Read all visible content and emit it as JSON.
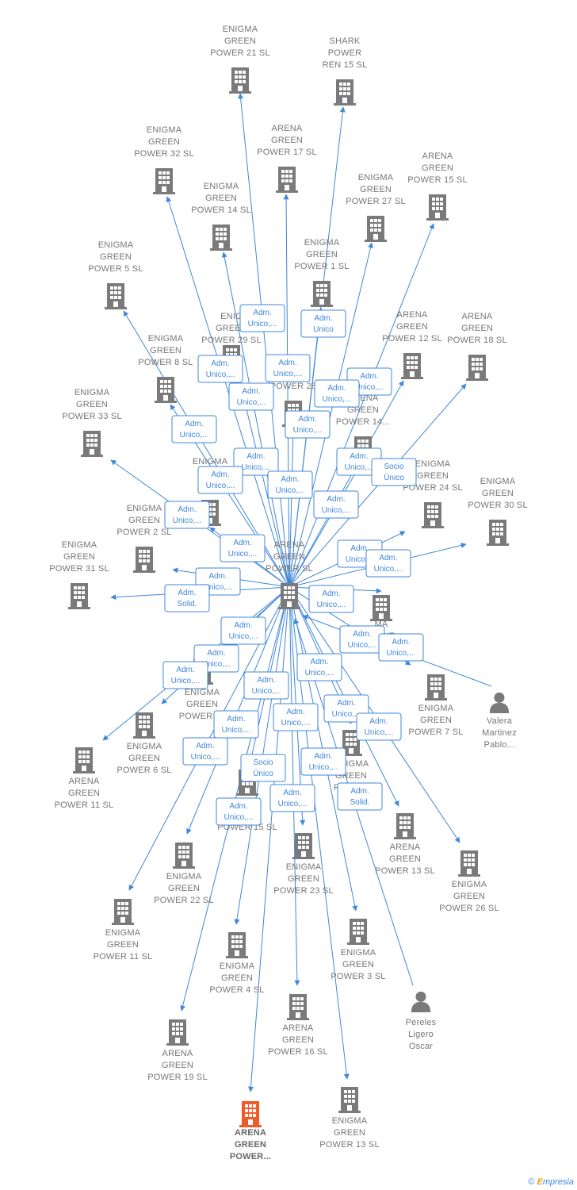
{
  "center": {
    "id": "n0",
    "label": [
      "ARENA",
      "GREEN",
      "POWER  SL"
    ]
  },
  "nodes": [
    {
      "id": "n1",
      "label": [
        "ENIGMA",
        "GREEN",
        "POWER 21  SL"
      ]
    },
    {
      "id": "n2",
      "label": [
        "SHARK",
        "POWER",
        "REN 15  SL"
      ]
    },
    {
      "id": "n3",
      "label": [
        "ENIGMA",
        "GREEN",
        "POWER 32  SL"
      ]
    },
    {
      "id": "n4",
      "label": [
        "ARENA",
        "GREEN",
        "POWER 17  SL"
      ]
    },
    {
      "id": "n5",
      "label": [
        "ARENA",
        "GREEN",
        "POWER 15  SL"
      ]
    },
    {
      "id": "n6",
      "label": [
        "ENIGMA",
        "GREEN",
        "POWER 14  SL"
      ]
    },
    {
      "id": "n7",
      "label": [
        "ENIGMA",
        "GREEN",
        "POWER 27  SL"
      ]
    },
    {
      "id": "n8",
      "label": [
        "ENIGMA",
        "GREEN",
        "POWER 5  SL"
      ]
    },
    {
      "id": "n9",
      "label": [
        "ENIGMA",
        "GREEN",
        "POWER 1  SL"
      ]
    },
    {
      "id": "n10",
      "label": [
        "ARENA",
        "GREEN",
        "POWER 12  SL"
      ]
    },
    {
      "id": "n11",
      "label": [
        "ARENA",
        "GREEN",
        "POWER 18  SL"
      ]
    },
    {
      "id": "n12",
      "label": [
        "ENIG",
        "GREEN",
        "POWER 29  SL"
      ]
    },
    {
      "id": "n13",
      "label": [
        "ENIGMA",
        "GREEN",
        "POWER 8  SL"
      ]
    },
    {
      "id": "n14",
      "label": [
        "POWER 28"
      ]
    },
    {
      "id": "n15",
      "label": [
        "ARENA",
        "GREEN",
        "POWER 14..."
      ]
    },
    {
      "id": "n16",
      "label": [
        "ENIGMA",
        "GREEN",
        "POWER 33  SL"
      ]
    },
    {
      "id": "n17",
      "label": [
        "ENIGMA",
        "GREEN",
        "POWER 24  SL"
      ]
    },
    {
      "id": "n18",
      "label": [
        "ENIGMA",
        "GREEN",
        "POWER 30  SL"
      ]
    },
    {
      "id": "n19",
      "label": [
        "ENIGMA",
        "GREEN",
        "POWER 2  SL"
      ]
    },
    {
      "id": "n20",
      "label": [
        "ENIGMA",
        "G",
        "POW"
      ]
    },
    {
      "id": "n21",
      "label": [
        "ENIGMA",
        "GREEN",
        "POWER 31  SL"
      ]
    },
    {
      "id": "n22",
      "label": [
        "MA",
        "POWE"
      ]
    },
    {
      "id": "n23",
      "label": [
        "Valera",
        "Martinez",
        "Pablo..."
      ]
    },
    {
      "id": "n24",
      "label": [
        "ENIGMA",
        "GREEN",
        "POWER 25"
      ]
    },
    {
      "id": "n25",
      "label": [
        "ENIGMA",
        "GREEN",
        "POWER 7  SL"
      ]
    },
    {
      "id": "n26",
      "label": [
        "ENIGMA",
        "GREEN",
        "POWER 6  SL"
      ]
    },
    {
      "id": "n27",
      "label": [
        "ARENA",
        "GREEN",
        "POWER 11  SL"
      ]
    },
    {
      "id": "n28",
      "label": [
        "ENIGMA",
        "GREEN",
        "POWER 22  SL"
      ]
    },
    {
      "id": "n29",
      "label": [
        "MA",
        "EN",
        "POWER 15  SL"
      ]
    },
    {
      "id": "n30",
      "label": [
        "ENIGMA",
        "GREEN",
        "POWER 23  SL"
      ]
    },
    {
      "id": "n31",
      "label": [
        "ENIGMA",
        "GREEN",
        "POW  SL"
      ]
    },
    {
      "id": "n32",
      "label": [
        "ARENA",
        "GREEN",
        "POWER 13  SL"
      ]
    },
    {
      "id": "n33",
      "label": [
        "ENIGMA",
        "GREEN",
        "POWER 26  SL"
      ]
    },
    {
      "id": "n34",
      "label": [
        "ENIGMA",
        "GREEN",
        "POWER 11  SL"
      ]
    },
    {
      "id": "n35",
      "label": [
        "ENIGMA",
        "GREEN",
        "POWER 4  SL"
      ]
    },
    {
      "id": "n36",
      "label": [
        "ENIGMA",
        "GREEN",
        "POWER 3  SL"
      ]
    },
    {
      "id": "n37",
      "label": [
        "Pereles",
        "Ligero",
        "Oscar"
      ]
    },
    {
      "id": "n38",
      "label": [
        "ARENA",
        "GREEN",
        "POWER 16  SL"
      ]
    },
    {
      "id": "n39",
      "label": [
        "ARENA",
        "GREEN",
        "POWER 19  SL"
      ]
    },
    {
      "id": "n40",
      "label": [
        "ARENA",
        "GREEN",
        "POWER..."
      ]
    },
    {
      "id": "n41",
      "label": [
        "ENIGMA",
        "GREEN",
        "POWER 13  SL"
      ]
    }
  ],
  "edge_labels": [
    [
      "Adm.",
      "Unico,..."
    ],
    [
      "Adm.",
      "Unico"
    ],
    [
      "Adm.",
      "Unico,..."
    ],
    [
      "Adm.",
      "Unico,..."
    ],
    [
      "Adm.",
      "Unico,..."
    ],
    [
      "Adm.",
      "Unico,..."
    ],
    [
      "Adm.",
      "Unico,..."
    ],
    [
      "Adm.",
      "Unico,..."
    ],
    [
      "Adm.",
      "Unico,..."
    ],
    [
      "Adm.",
      "Unico,..."
    ],
    [
      "Adm.",
      "Unico,..."
    ],
    [
      "Socio",
      "Único"
    ],
    [
      "Adm.",
      "Unico,..."
    ],
    [
      "Adm.",
      "Unico,..."
    ],
    [
      "Adm.",
      "Unico,..."
    ],
    [
      "Adm.",
      "Unico,..."
    ],
    [
      "Adm.",
      "Unico,..."
    ],
    [
      "Adm.",
      "Unico,..."
    ],
    [
      "Adm.",
      "Unico,..."
    ],
    [
      "Adm.",
      "Unico,..."
    ],
    [
      "Adm.",
      "Unico,..."
    ],
    [
      "Adm.",
      "Solid."
    ],
    [
      "Adm.",
      "Unico,..."
    ],
    [
      "Adm.",
      "Unico,..."
    ],
    [
      "Adm.",
      "Unico,..."
    ],
    [
      "Adm.",
      "Unico,..."
    ],
    [
      "Adm.",
      "Unico,..."
    ],
    [
      "Adm.",
      "Unico,..."
    ],
    [
      "Adm.",
      "Unico,..."
    ],
    [
      "Adm.",
      "Unico,..."
    ],
    [
      "Adm.",
      "Unico,..."
    ],
    [
      "Adm.",
      "Unico,..."
    ],
    [
      "Adm.",
      "Unico,..."
    ],
    [
      "Adm.",
      "Unico,..."
    ],
    [
      "Socio",
      "Único"
    ],
    [
      "Adm.",
      "Unico,..."
    ],
    [
      "Adm.",
      "Solid."
    ],
    [
      "Adm.",
      "Unico,..."
    ],
    [
      "Adm.",
      "Unico,..."
    ]
  ],
  "colors": {
    "edge": "#3f87d8",
    "building": "#7a7a7a",
    "highlight": "#f05a28",
    "person": "#7a7a7a"
  },
  "footer": {
    "copyright": "©",
    "brand_initial": "E",
    "brand_rest": "mpresia"
  }
}
